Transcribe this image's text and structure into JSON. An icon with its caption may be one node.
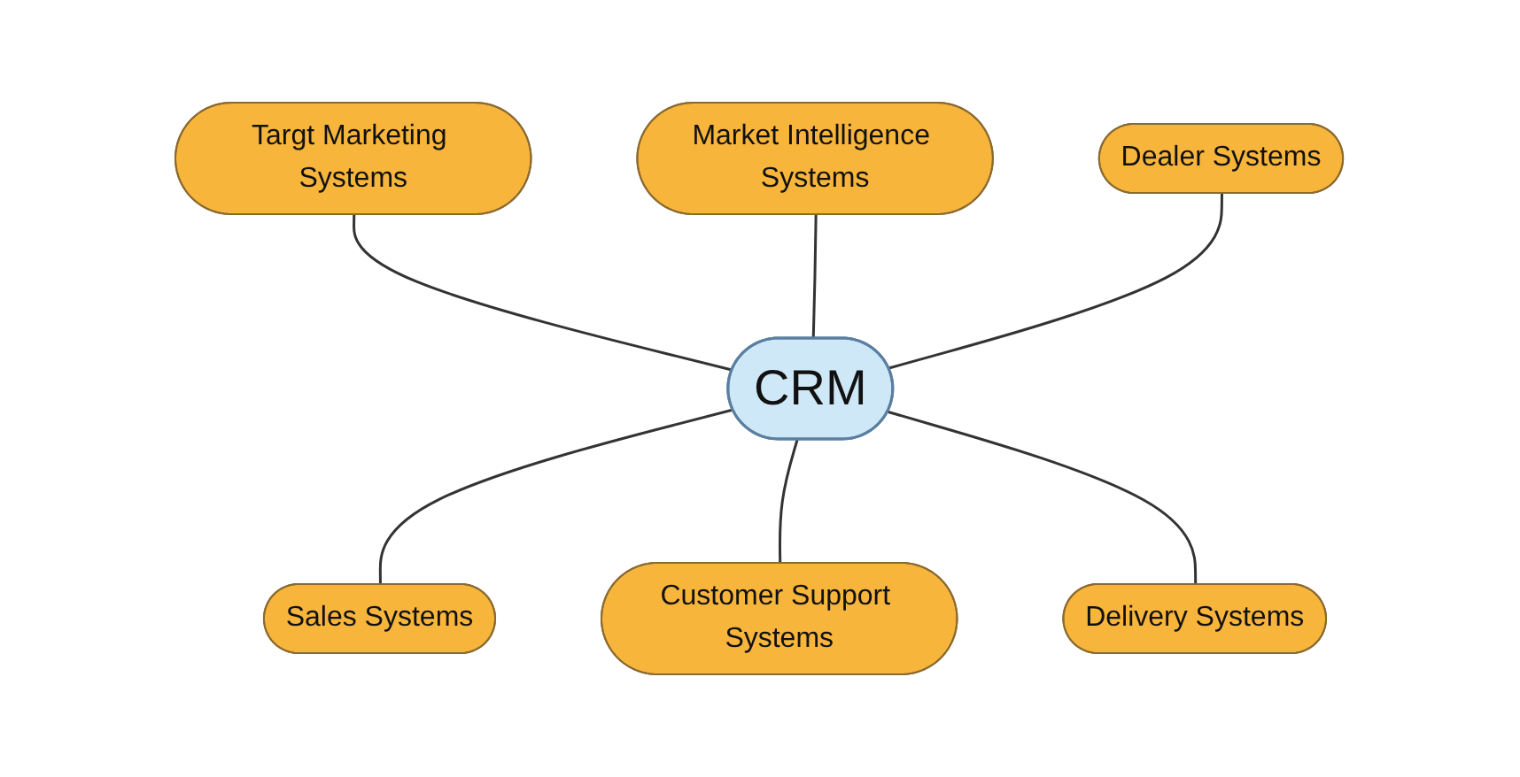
{
  "diagram": {
    "nodes": [
      {
        "text": [
          "Market Intelligence Systems"
        ]
      },
      {
        "text": [
          "Dealer Systems"
        ]
      },
      {
        "text": [
          "Targt Marketing Systems"
        ]
      },
      {
        "text": [
          "CRM"
        ]
      },
      {
        "text": [
          "Delivery Systems"
        ]
      },
      {
        "text": [
          "Sales Systems"
        ]
      },
      {
        "text": [
          "Customer Support Systems"
        ]
      }
    ],
    "edges": [
      {
        "from": 2,
        "to": 3,
        "arrow": "none"
      },
      {
        "from": 0,
        "to": 3,
        "arrow": "none"
      },
      {
        "from": 1,
        "to": 3,
        "arrow": "none"
      },
      {
        "from": 3,
        "to": 5,
        "arrow": "none"
      },
      {
        "from": 3,
        "to": 6,
        "arrow": "none"
      },
      {
        "from": 3,
        "to": 4,
        "arrow": "none"
      }
    ]
  }
}
